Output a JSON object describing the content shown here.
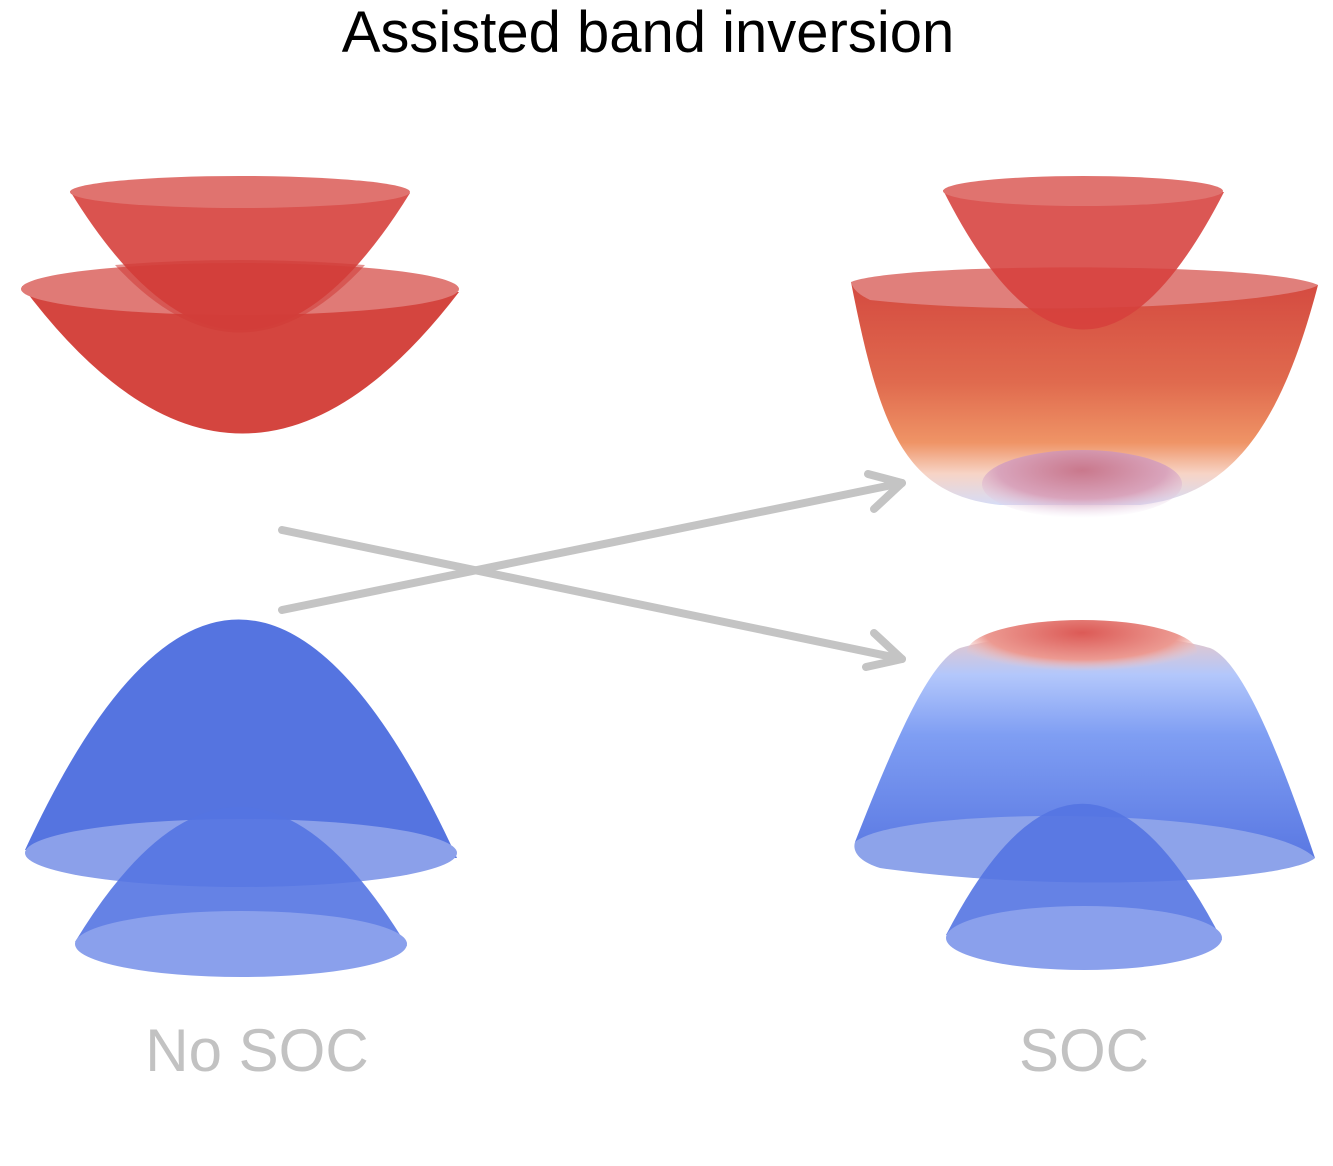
{
  "title": "Assisted band inversion",
  "panels": [
    {
      "label": "No SOC"
    },
    {
      "label": "SOC"
    }
  ],
  "colors": {
    "conduction_band": "#d6403c",
    "valence_band": "#4a6ee0",
    "arrow": "#c4c4c4",
    "label": "#c2c2c2",
    "title": "#000000"
  }
}
